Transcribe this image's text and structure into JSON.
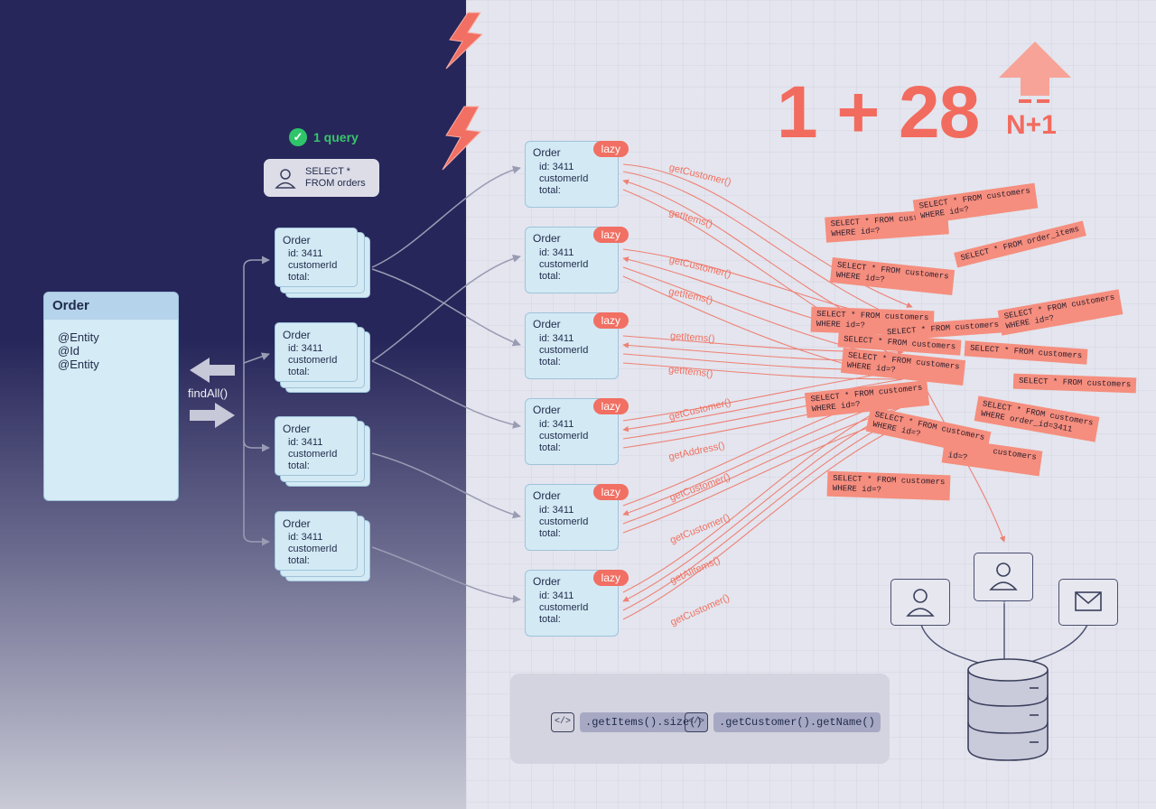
{
  "entity": {
    "title": "Order",
    "annotations": [
      "@Entity",
      "@Id",
      "@Entity"
    ]
  },
  "find_all": {
    "label": "findAll()"
  },
  "query_badge": {
    "label": "1 query"
  },
  "initial_query": {
    "line1": "SELECT *",
    "line2": "FROM orders"
  },
  "loaded_cards": [
    {
      "title": "Order",
      "fields": [
        "id: 3411",
        "customerId",
        "total:"
      ]
    },
    {
      "title": "Order",
      "fields": [
        "id: 3411",
        "customerId",
        "total:"
      ]
    },
    {
      "title": "Order",
      "fields": [
        "id: 3411",
        "customerId",
        "total:"
      ]
    },
    {
      "title": "Order",
      "fields": [
        "id: 3411",
        "customerId",
        "total:"
      ]
    }
  ],
  "lazy_cards": [
    {
      "title": "Order",
      "badge": "lazy",
      "fields": [
        "id: 3411",
        "customerId",
        "total:"
      ]
    },
    {
      "title": "Order",
      "badge": "lazy",
      "fields": [
        "id: 3411",
        "customerId",
        "total:"
      ]
    },
    {
      "title": "Order",
      "badge": "lazy",
      "fields": [
        "id: 3411",
        "customerId",
        "total:"
      ]
    },
    {
      "title": "Order",
      "badge": "lazy",
      "fields": [
        "id: 3411",
        "customerId",
        "total:"
      ]
    },
    {
      "title": "Order",
      "badge": "lazy",
      "fields": [
        "id: 3411",
        "customerId",
        "total:"
      ]
    },
    {
      "title": "Order",
      "badge": "lazy",
      "fields": [
        "id: 3411",
        "customerId",
        "total:"
      ]
    }
  ],
  "call_labels": [
    "getCustomer()",
    "getItems()",
    "getCustomer()",
    "getItems()",
    "getItems()",
    "getItems()",
    "getCustomer()",
    "getAddress()",
    "getCustomer()",
    "getCustomer()",
    "getAlItems()",
    "getCustomer()"
  ],
  "counter": {
    "main": "1 + 28",
    "tag": "N+1"
  },
  "sql_chips": [
    "SELECT * FROM customers\nWHERE id=?",
    "SELECT * FROM customers\nWHERE id=?",
    "SELECT * FROM customers\nWHERE id=?",
    "SELECT * FROM order_items",
    "SELECT * FROM customers\nWHERE id=?",
    "SELECT * FROM customers",
    "SELECT * FROM customers\nWHERE id=?",
    "SELECT * FROM customers",
    "SELECT * FROM customers",
    "SELECT * FROM customers\nWHERE id=?",
    "SELECT * FROM customers",
    "SELECT * FROM customers\nWHERE order_id=3411",
    "SELECT * FROM customers\nWHERE id=?",
    "SELECT * customers\nid=?",
    "SELECT * FROM customers\nWHERE id=?",
    "SELECT * FROM customers\nWHERE id=?"
  ],
  "code": {
    "tag1": "</>",
    "call1": ".getItems().size()",
    "tag2": "</>",
    "call2": ".getCustomer().getName()"
  },
  "colors": {
    "accent": "#f26b5f",
    "navy": "#27265a",
    "card": "#d3eaf5",
    "success": "#2fc46a"
  }
}
